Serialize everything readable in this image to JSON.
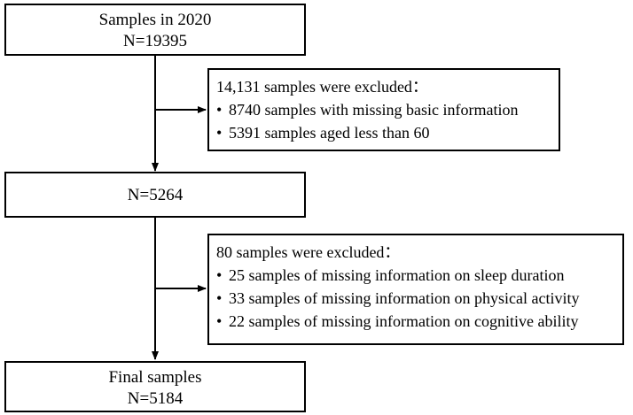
{
  "flowchart": {
    "start": {
      "line1": "Samples in 2020",
      "line2": "N=19395"
    },
    "exclusion1": {
      "heading": "14,131 samples were excluded：",
      "items": [
        "8740 samples with missing basic information",
        "5391 samples aged less than 60"
      ]
    },
    "middle": {
      "line1": "N=5264"
    },
    "exclusion2": {
      "heading": "80 samples were excluded：",
      "items": [
        "25 samples of missing information on sleep duration",
        "33 samples of missing information on physical activity",
        "22 samples of missing information on cognitive ability"
      ]
    },
    "final": {
      "line1": "Final samples",
      "line2": "N=5184"
    },
    "bullet_symbol": "•"
  }
}
